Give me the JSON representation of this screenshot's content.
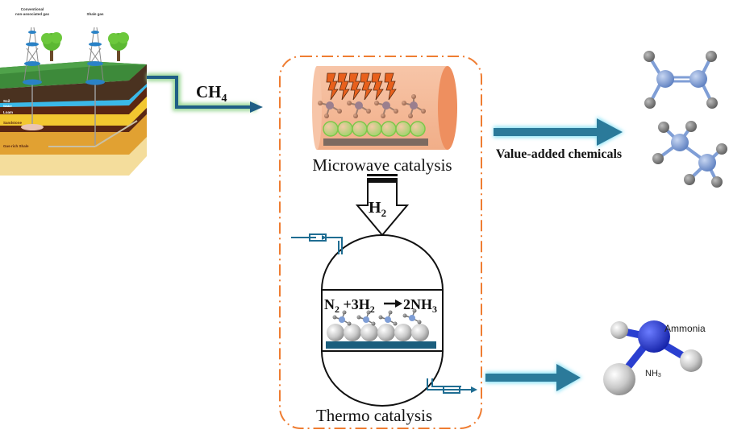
{
  "source": {
    "label_conventional_line1": "Conventional",
    "label_conventional_line2": "non-associated gas",
    "label_shale": "Shale gas",
    "layers": [
      "Soil",
      "Water",
      "Loam",
      "Sandstone",
      "Gas-rich Shale"
    ]
  },
  "feed": {
    "ch4_main": "CH",
    "ch4_sub": "4"
  },
  "process": {
    "microwave_label": "Microwave catalysis",
    "h2_main": "H",
    "h2_sub": "2",
    "reaction": {
      "n": "N",
      "n_sub": "2",
      "plus": " +3H",
      "h_sub": "2",
      "product": "2NH",
      "product_sub": "3"
    },
    "thermo_label": "Thermo catalysis"
  },
  "products": {
    "value_added_label": "Value-added chemicals",
    "ammonia_label": "Ammonia",
    "nh3_main": "NH",
    "nh3_sub": "3"
  },
  "colors": {
    "dashed_border": "#ef7d32",
    "arrow_teal": "#2b7a9a",
    "arrow_glow_green": "#9fd99a",
    "arrow_glow_blue": "#8fe3f5",
    "reactor_pipe": "#1f6d92",
    "carbon_atom": "#7f9ed6",
    "hydrogen_atom": "#808080",
    "ammonia_n": "#2a3fd0",
    "support_bar": "#1b5e7d"
  }
}
